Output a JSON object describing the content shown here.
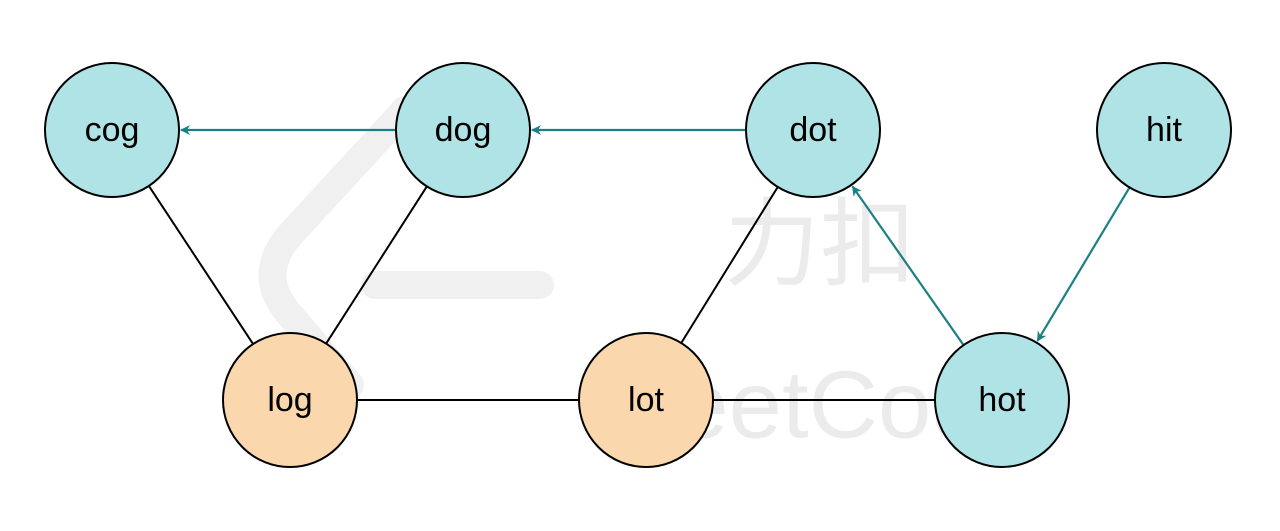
{
  "colors": {
    "visited_fill": "#b0e3e6",
    "frontier_fill": "#fad7ac",
    "node_stroke": "#000000",
    "edge": "#000000",
    "arrow": "#1b8084",
    "watermark": "#ebebeb"
  },
  "watermark": {
    "brand_text": "力扣",
    "sub_text": "LeetCode"
  },
  "nodes": [
    {
      "id": "cog",
      "label": "cog",
      "state": "visited"
    },
    {
      "id": "dog",
      "label": "dog",
      "state": "visited"
    },
    {
      "id": "dot",
      "label": "dot",
      "state": "visited"
    },
    {
      "id": "hit",
      "label": "hit",
      "state": "visited"
    },
    {
      "id": "log",
      "label": "log",
      "state": "frontier"
    },
    {
      "id": "lot",
      "label": "lot",
      "state": "frontier"
    },
    {
      "id": "hot",
      "label": "hot",
      "state": "visited"
    }
  ],
  "edges": [
    {
      "from": "cog",
      "to": "log"
    },
    {
      "from": "dog",
      "to": "log"
    },
    {
      "from": "dot",
      "to": "lot"
    },
    {
      "from": "log",
      "to": "lot"
    },
    {
      "from": "lot",
      "to": "hot"
    }
  ],
  "arrows": [
    {
      "from": "dog",
      "to": "cog"
    },
    {
      "from": "dot",
      "to": "dog"
    },
    {
      "from": "hot",
      "to": "dot"
    },
    {
      "from": "hit",
      "to": "hot"
    }
  ]
}
